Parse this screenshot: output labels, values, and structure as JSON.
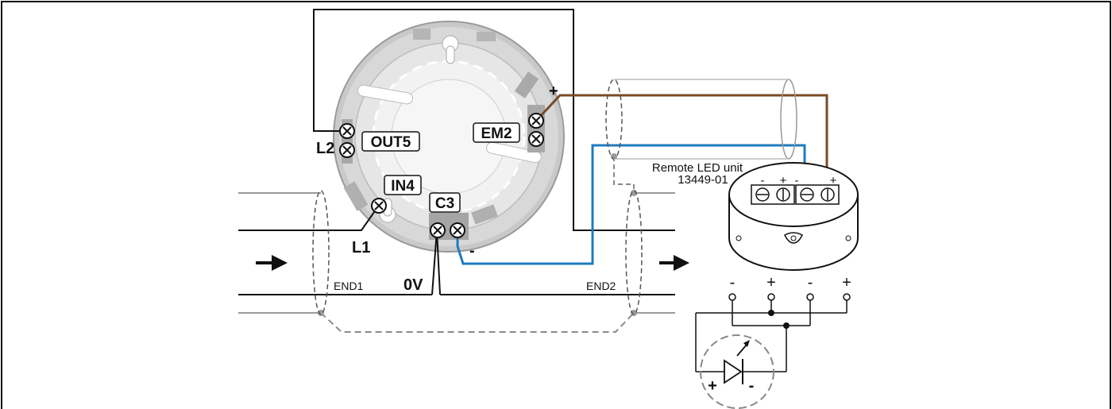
{
  "base_terminals": {
    "out5": "OUT5",
    "em2": "EM2",
    "in4": "IN4",
    "c3": "C3"
  },
  "wire_labels": {
    "l2": "L2",
    "l1": "L1",
    "zero_v": "0V",
    "em2_plus": "+",
    "c3_minus": "-"
  },
  "cable_ends": {
    "end1": "END1",
    "end2": "END2"
  },
  "remote_led_unit": {
    "title": "Remote LED unit",
    "part_number": "13449-01",
    "terminal_polarity": [
      "-",
      "+",
      "-",
      "+"
    ]
  },
  "led_schematic": {
    "terminal_polarity": [
      "-",
      "+",
      "-",
      "+"
    ],
    "diode_plus": "+",
    "diode_minus": "-"
  },
  "colors": {
    "brown_wire": "#7a4a25",
    "blue_wire": "#1f7bbf",
    "black_wire": "#111111",
    "grey_wire": "#9a9a9a",
    "shield_dashed": "#8a8a8a"
  }
}
